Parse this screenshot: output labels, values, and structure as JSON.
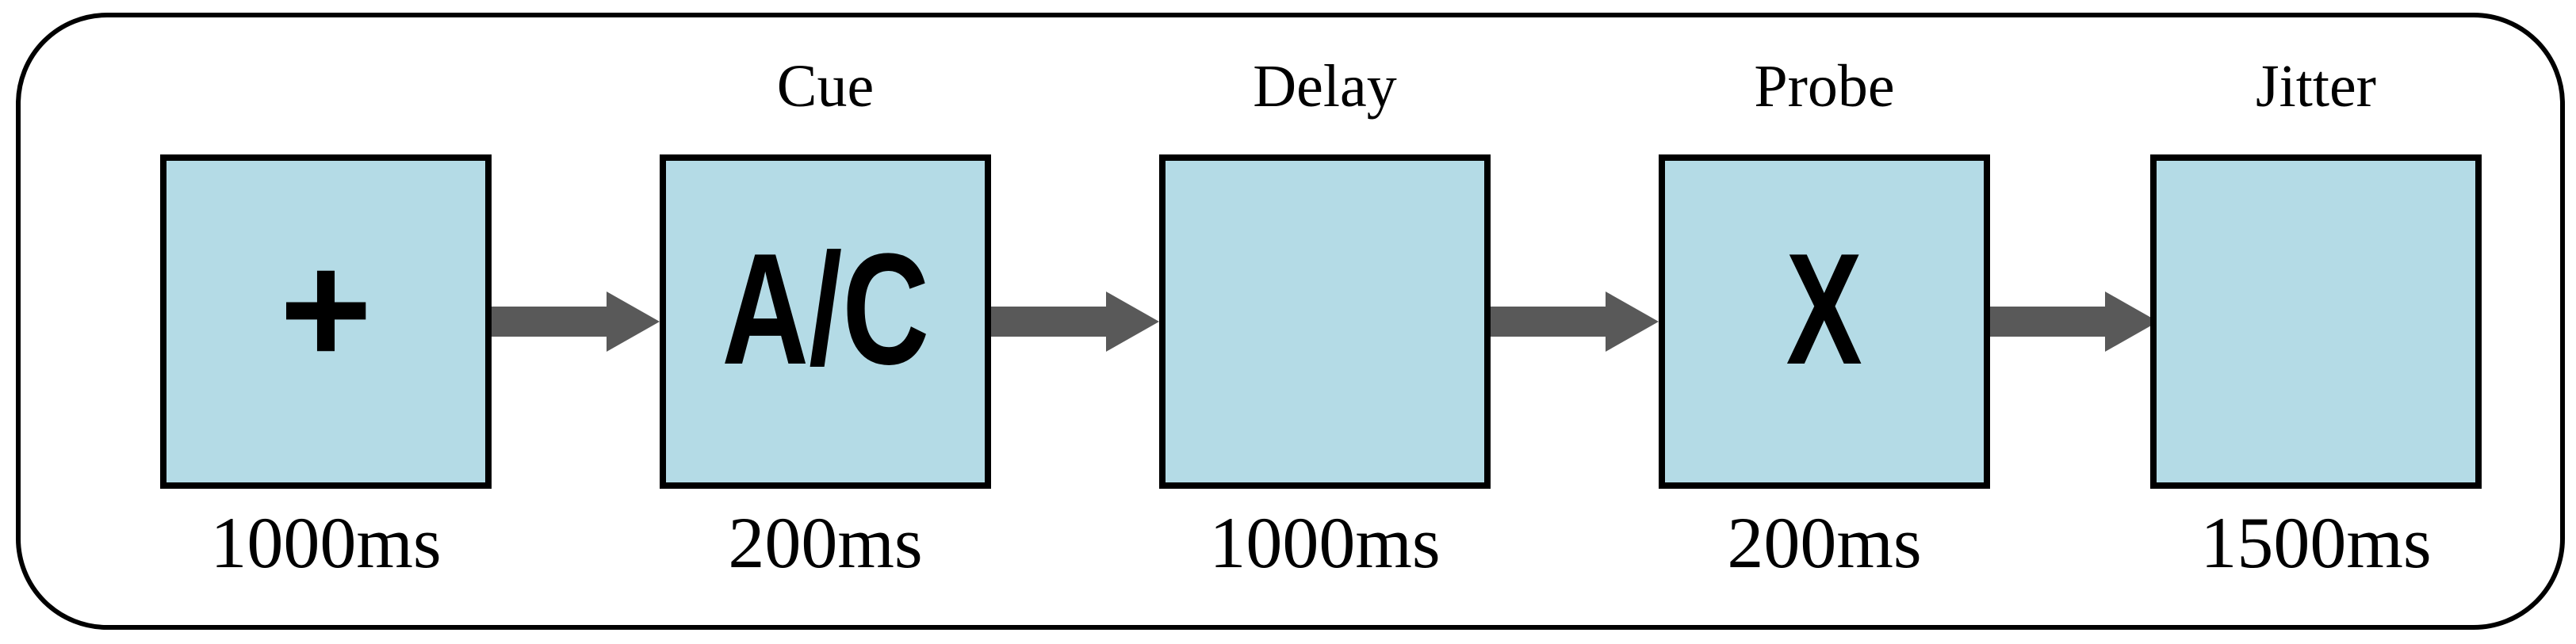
{
  "figure": {
    "description": "Trial timeline diagram of a cued task paradigm: five screens shown in sequence, connected by arrows",
    "stages": [
      {
        "label": "",
        "symbol": "+",
        "duration": "1000ms"
      },
      {
        "label": "Cue",
        "symbol": "A/C",
        "duration": "200ms"
      },
      {
        "label": "Delay",
        "symbol": "",
        "duration": "1000ms"
      },
      {
        "label": "Probe",
        "symbol": "X",
        "duration": "200ms"
      },
      {
        "label": "Jitter",
        "symbol": "",
        "duration": "1500ms"
      }
    ],
    "arrows": {
      "count": 4,
      "direction": "right"
    },
    "colors": {
      "background": "#FFFFFF",
      "box_fill": "#B4DBE6",
      "box_border": "#000000",
      "frame_border": "#000000",
      "arrow": "#595959",
      "text": "#000000"
    }
  }
}
